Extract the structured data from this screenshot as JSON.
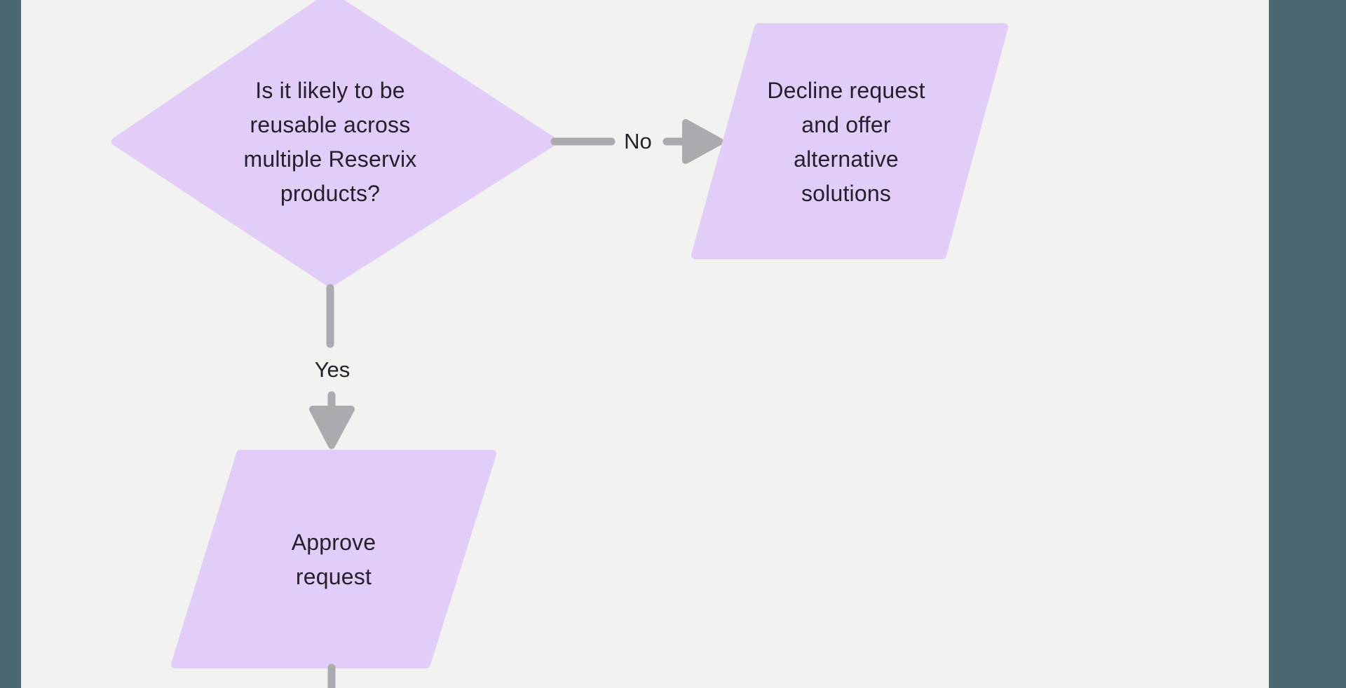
{
  "colors": {
    "canvas_bg": "#f2f2f1",
    "side_bars": "#4b6872",
    "shape_fill": "#e2ccf8",
    "connector": "#abaaaf",
    "text": "#241f2b"
  },
  "flowchart": {
    "decision": {
      "label": "Is it likely to be reusable across multiple Reservix products?",
      "lines": [
        "Is it likely to be",
        "reusable across",
        "multiple Reservix",
        "products?"
      ]
    },
    "no_branch": {
      "label": "No",
      "target": {
        "label": "Decline request and offer alternative solutions",
        "lines": [
          "Decline request",
          "and offer",
          "alternative",
          "solutions"
        ]
      }
    },
    "yes_branch": {
      "label": "Yes",
      "target": {
        "label": "Approve request",
        "lines": [
          "Approve",
          "request"
        ]
      }
    }
  }
}
